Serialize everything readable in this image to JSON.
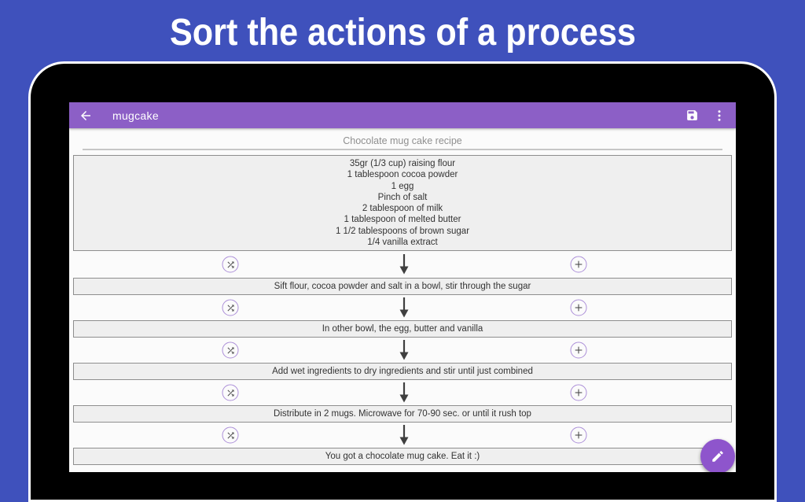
{
  "banner": {
    "title": "Sort the actions of a process"
  },
  "appbar": {
    "title": "mugcake",
    "icons": [
      "back-arrow-icon",
      "save-icon",
      "overflow-menu-icon"
    ]
  },
  "content": {
    "recipe_title": "Chocolate mug cake recipe",
    "ingredients": [
      "35gr (1/3 cup) raising flour",
      "1 tablespoon cocoa powder",
      "1 egg",
      "Pinch of salt",
      "2 tablespoon of milk",
      "1 tablespoon of melted butter",
      "1 1/2 tablespoons of brown sugar",
      "1/4 vanilla extract"
    ],
    "steps": [
      "Sift flour, cocoa powder and salt in a bowl, stir through the sugar",
      "In other bowl, the egg, butter and vanilla",
      "Add wet ingredients to dry ingredients and stir until just combined",
      "Distribute in 2 mugs. Microwave for 70-90 sec. or until it rush top",
      "You got a chocolate mug cake. Eat it :)"
    ],
    "row_icons": [
      "shuffle-icon",
      "down-arrow-icon",
      "plus-icon"
    ],
    "fab_icon": "pencil-edit-icon"
  },
  "colors": {
    "background_blue": "#3F51BC",
    "appbar_purple": "#8C5FC6",
    "fab_purple": "#8E55CC",
    "circle_outline_purple": "#AC8FD8",
    "box_background": "#EFEFEF",
    "box_border": "#8E8E8E",
    "screen_background": "#FBFBFB",
    "muted_text": "#8F8F8F",
    "step_text": "#333333"
  }
}
